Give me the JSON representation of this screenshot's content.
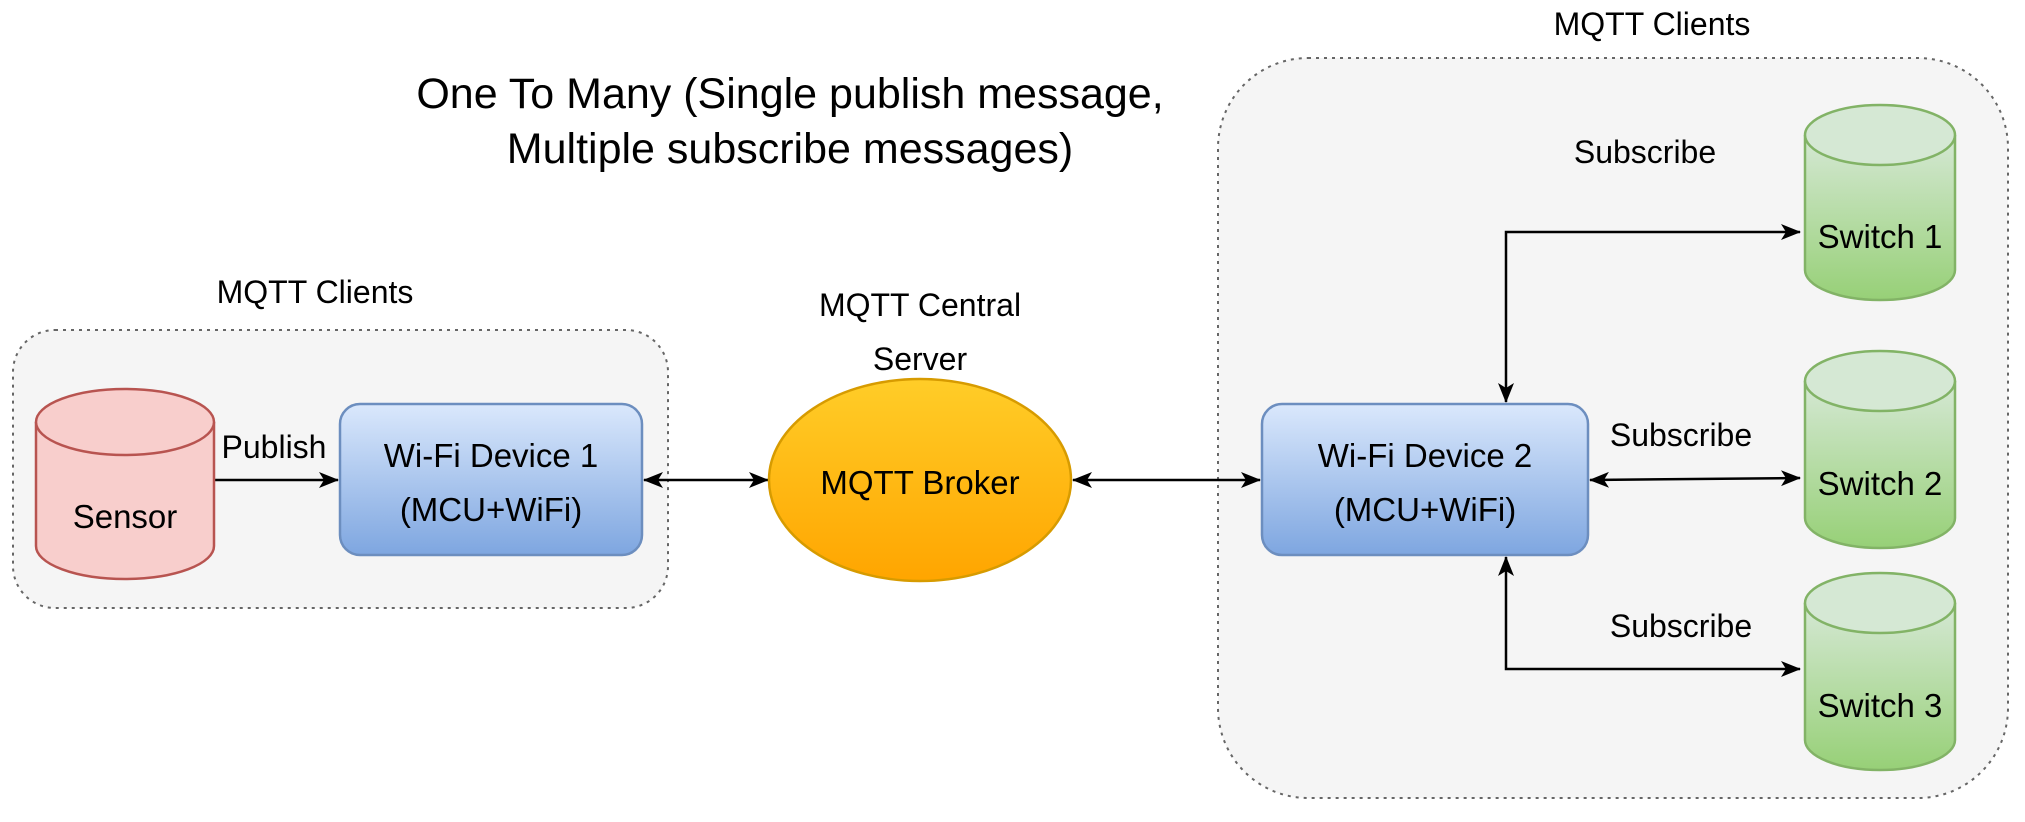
{
  "title": {
    "line1": "One To Many (Single publish message,",
    "line2": "Multiple subscribe messages)"
  },
  "groups": {
    "left_clients": "MQTT Clients",
    "right_clients": "MQTT Clients",
    "server_line1": "MQTT Central",
    "server_line2": "Server"
  },
  "nodes": {
    "sensor": "Sensor",
    "device1_line1": "Wi-Fi Device 1",
    "device1_line2": "(MCU+WiFi)",
    "broker": "MQTT Broker",
    "device2_line1": "Wi-Fi Device 2",
    "device2_line2": "(MCU+WiFi)",
    "switch1": "Switch 1",
    "switch2": "Switch 2",
    "switch3": "Switch 3"
  },
  "edges": {
    "publish": "Publish",
    "subscribe1": "Subscribe",
    "subscribe2": "Subscribe",
    "subscribe3": "Subscribe"
  },
  "colors": {
    "group_fill": "#f5f5f5",
    "group_stroke": "#666666",
    "sensor_fill": "#f8cecc",
    "sensor_stroke": "#b85450",
    "device_fill_top": "#dae8fc",
    "device_fill_bottom": "#7ea6e0",
    "device_stroke": "#6c8ebf",
    "broker_fill_top": "#ffcd28",
    "broker_fill_bottom": "#ffa500",
    "broker_stroke": "#d79b00",
    "switch_fill_top": "#d5e8d4",
    "switch_fill_bottom": "#97d077",
    "switch_stroke": "#82b366",
    "edge_color": "#000000"
  }
}
